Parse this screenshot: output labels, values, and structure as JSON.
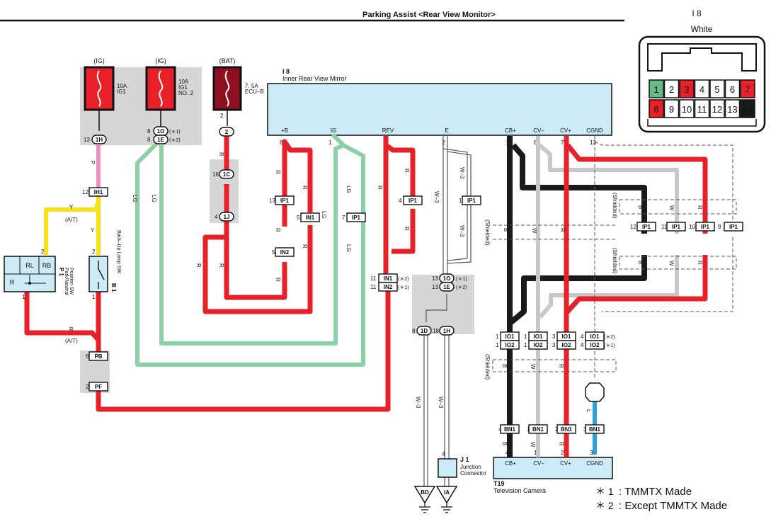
{
  "header": {
    "title": "Parking Assist <Rear View Monitor>"
  },
  "connector_view": {
    "code": "I 8",
    "color": "White",
    "pins_top": [
      "1",
      "2",
      "3",
      "4",
      "5",
      "6",
      "7"
    ],
    "pins_bottom": [
      "8",
      "9",
      "10",
      "11",
      "12",
      "13",
      "14"
    ]
  },
  "fuses": [
    {
      "supply": "(IG)",
      "label1": "10A",
      "label2": "IG1",
      "label3": ""
    },
    {
      "supply": "(IG)",
      "label1": "10A",
      "label2": "IG1",
      "label3": "NO. 2"
    },
    {
      "supply": "(BAT)",
      "label1": "7. 5A",
      "label2": "ECU–B",
      "label3": ""
    }
  ],
  "mirror": {
    "code": "I 8",
    "name": "Inner Rear View Mirror",
    "terminals": [
      "+B",
      "IG",
      "REV",
      "E",
      "CB+",
      "CV–",
      "CV+",
      "CGND"
    ],
    "pins": [
      "8",
      "1",
      "3",
      "2",
      "14",
      "6",
      "7",
      "13"
    ]
  },
  "camera": {
    "code": "T19",
    "name": "Television Camera",
    "terminals": [
      "CB+",
      "CV–",
      "CV+",
      "CGND"
    ],
    "pins": [
      "4",
      "1",
      "2",
      "3"
    ]
  },
  "switch_p1": {
    "code": "P 1",
    "name1": "Park/Neutral",
    "name2": "Position SW",
    "cells": [
      "RL",
      "RB",
      "R"
    ],
    "pin": "2",
    "pin_bottom": "1"
  },
  "switch_b1": {
    "code": "B 1",
    "name": "Back–Up Lamp SW",
    "pin_top": "2",
    "pin_bottom": "1"
  },
  "junction": {
    "code": "J 1",
    "name1": "Junction",
    "name2": "Connector",
    "pin": "4",
    "grounds": [
      "BD",
      "IA"
    ]
  },
  "connectors": {
    "c1H": "1H",
    "c1O": "1O",
    "c1E": "1E",
    "c2": "2",
    "c1C": "1C",
    "c1J": "1J",
    "IH1": "IH1",
    "IP1": "IP1",
    "IN1": "IN1",
    "IN2": "IN2",
    "PB": "PB",
    "PF": "PF",
    "c1D": "1D",
    "IO1": "IO1",
    "IO2": "IO2",
    "BN1": "BN1"
  },
  "wire_colors": {
    "R": "R",
    "LG": "LG",
    "Y": "Y",
    "P": "P",
    "B": "B",
    "W": "W",
    "L": "L",
    "W3": "W–3"
  },
  "notes": {
    "n1_mark": "＊ 1",
    "n1_text": ": TMMTX Made",
    "n2_mark": "＊ 2",
    "n2_text": ": Except TMMTX Made",
    "m1": "(＊1)",
    "m2": "(＊2)",
    "at": "(A/T)",
    "shielded": "(Shielded)"
  },
  "pins": {
    "p13": "13",
    "p8": "8",
    "p2": "2",
    "p16": "16",
    "p4": "4",
    "p12": "12",
    "p5": "5",
    "p7": "7",
    "p11": "11",
    "p3": "3",
    "p1": "1",
    "p6": "6",
    "p10": "10",
    "p9": "9",
    "p18": "18",
    "p14": "14"
  },
  "colors": {
    "red": "#e8202a",
    "fuse_red": "#e8202a",
    "fuse_dark": "#8e1020",
    "light_green": "#8cd0a6",
    "yellow": "#f6e21a",
    "pink": "#ee8fc2",
    "black": "#1a1a1a",
    "white_wire": "#c8c8c8",
    "blue": "#2aa0e0",
    "box_fill": "#cdeaf7",
    "gray_zone": "#d6d6d6",
    "pin_green": "#6ab98a",
    "pin_red": "#e8202a"
  }
}
